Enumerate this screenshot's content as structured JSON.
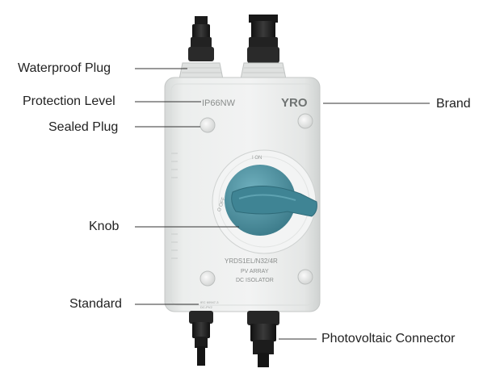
{
  "labels": {
    "waterproof_plug": "Waterproof Plug",
    "protection_level": "Protection Level",
    "sealed_plug": "Sealed Plug",
    "knob": "Knob",
    "standard": "Standard",
    "brand": "Brand",
    "pv_connector": "Photovoltaic Connector"
  },
  "device": {
    "ip_rating": "IP66NW",
    "brand_mark": "YRO",
    "model": "YRDS1EL/N32/4R",
    "line2": "PV ARRAY",
    "line3": "DC ISOLATOR",
    "knob_on": "I ON",
    "knob_off": "O OFF",
    "std_1": "IEC 60947-3",
    "std_2": "DC-PV2"
  },
  "colors": {
    "housing": "#e9ebea",
    "knob": "#4a8d9c",
    "collar": "#f3f4f4",
    "connector": "#1e1e1e",
    "leader": "#333333"
  }
}
